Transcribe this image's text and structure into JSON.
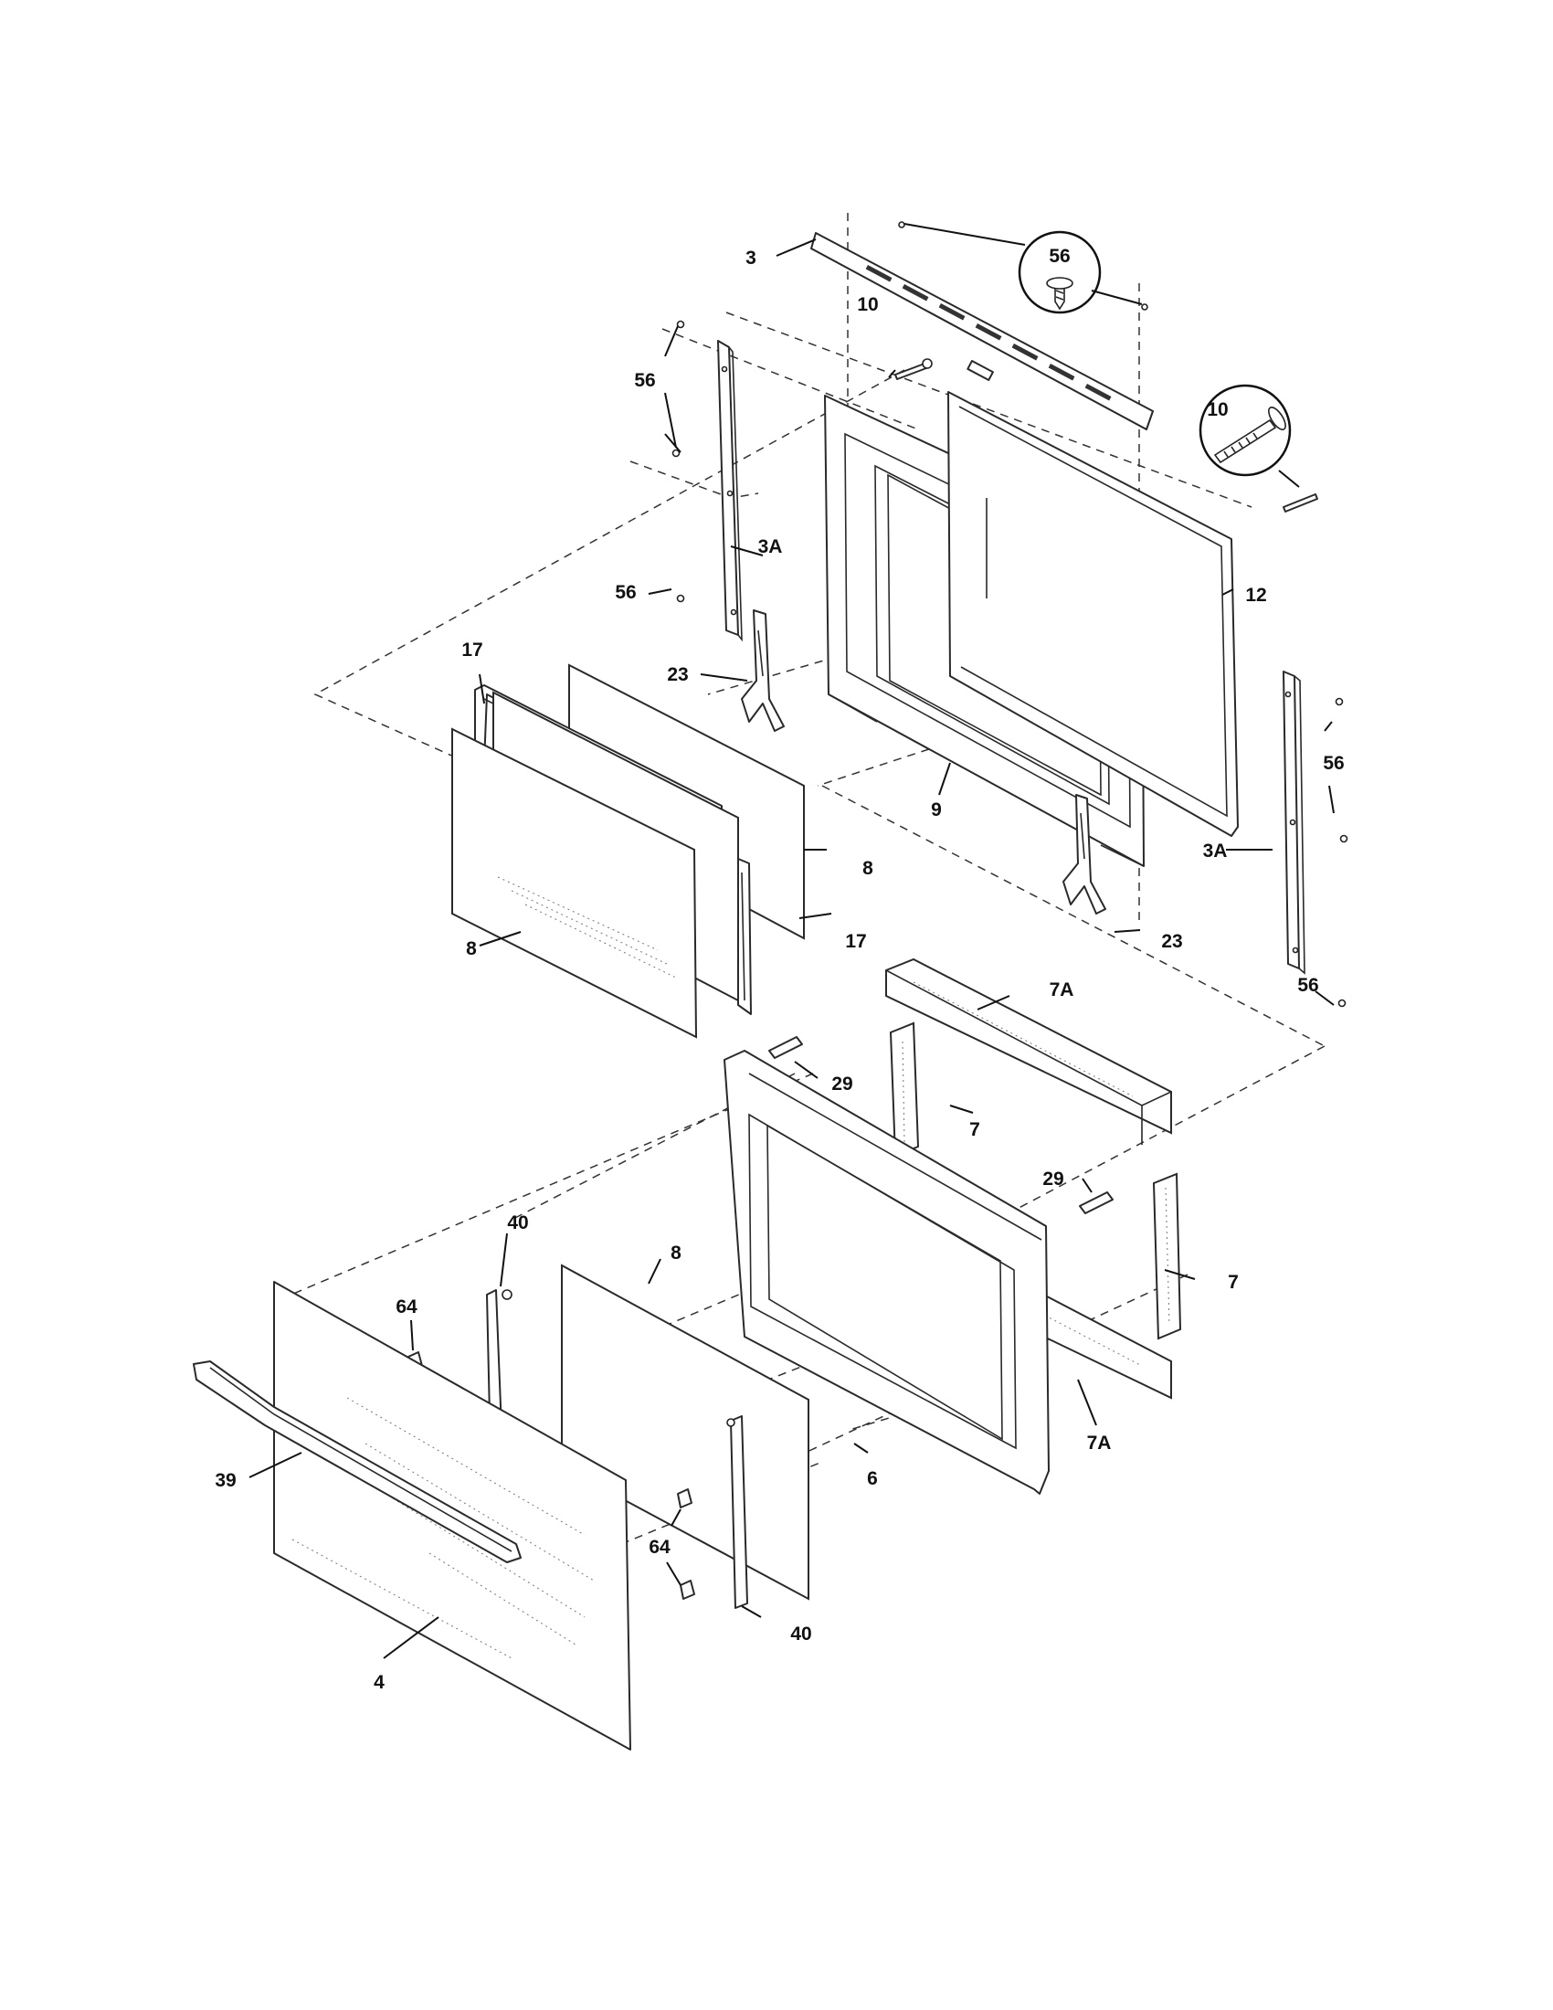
{
  "diagram": {
    "callouts": {
      "p3": "3",
      "p56_circle": "56",
      "p10_top": "10",
      "p56_left_top": "56",
      "p10_circle": "10",
      "p3A_left": "3A",
      "p56_left_mid": "56",
      "p12": "12",
      "p17_top": "17",
      "p23_left": "23",
      "p56_right": "56",
      "p9": "9",
      "p3A_right": "3A",
      "p8_right": "8",
      "p23_right": "23",
      "p17_right": "17",
      "p8_left": "8",
      "p56_bottom": "56",
      "p7A_top": "7A",
      "p29_top": "29",
      "p7_top": "7",
      "p29_right": "29",
      "p40_top": "40",
      "p8_lower": "8",
      "p7_right": "7",
      "p64_top": "64",
      "p39": "39",
      "p6": "6",
      "p7A_bottom": "7A",
      "p64_bottom": "64",
      "p40_bottom": "40",
      "p4": "4"
    }
  }
}
